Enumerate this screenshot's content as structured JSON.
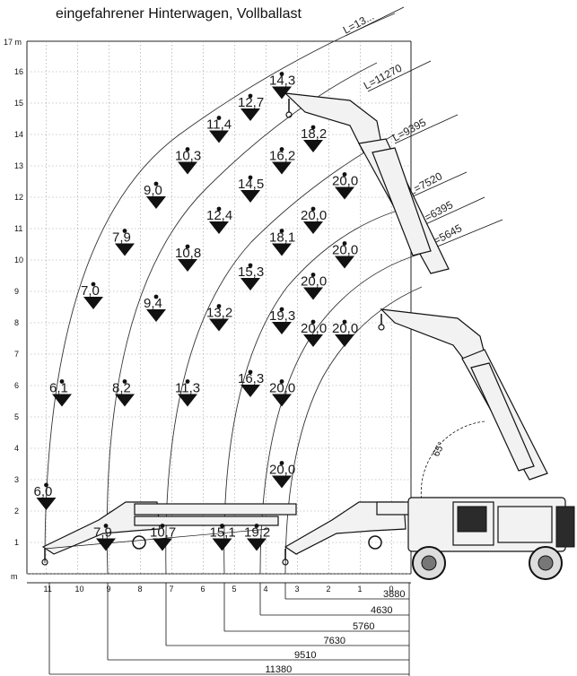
{
  "title": "eingefahrener Hinterwagen, Vollballast",
  "y_axis": {
    "unit_top": "17 m",
    "unit_bottom": "m",
    "ticks": [
      "1",
      "2",
      "3",
      "4",
      "5",
      "6",
      "7",
      "8",
      "9",
      "10",
      "11",
      "12",
      "13",
      "14",
      "15",
      "16"
    ]
  },
  "x_axis": {
    "ticks": [
      "11",
      "10",
      "9",
      "8",
      "7",
      "6",
      "5",
      "4",
      "3",
      "2",
      "1",
      "0"
    ]
  },
  "boom_lengths": [
    "L=13...",
    "L=11270",
    "L=9395",
    "L=7520",
    "L=6395",
    "L=5645"
  ],
  "angle_label": "65°",
  "load_points": [
    {
      "label": "14,3",
      "x": 4.0,
      "y": 15.3
    },
    {
      "label": "12,7",
      "x": 5.0,
      "y": 14.6
    },
    {
      "label": "11,4",
      "x": 6.0,
      "y": 13.9
    },
    {
      "label": "10,3",
      "x": 7.0,
      "y": 12.9
    },
    {
      "label": "9,0",
      "x": 8.0,
      "y": 11.8
    },
    {
      "label": "7,9",
      "x": 9.0,
      "y": 10.3
    },
    {
      "label": "7,0",
      "x": 10.0,
      "y": 8.6
    },
    {
      "label": "6,1",
      "x": 11.0,
      "y": 5.5
    },
    {
      "label": "6,0",
      "x": 11.5,
      "y": 2.2
    },
    {
      "label": "18,2",
      "x": 3.0,
      "y": 13.6
    },
    {
      "label": "16,2",
      "x": 4.0,
      "y": 12.9
    },
    {
      "label": "14,5",
      "x": 5.0,
      "y": 12.0
    },
    {
      "label": "12,4",
      "x": 6.0,
      "y": 11.0
    },
    {
      "label": "10,8",
      "x": 7.0,
      "y": 9.8
    },
    {
      "label": "9,4",
      "x": 8.0,
      "y": 8.2
    },
    {
      "label": "8,2",
      "x": 9.0,
      "y": 5.5
    },
    {
      "label": "20,0",
      "x": 2.0,
      "y": 12.1
    },
    {
      "label": "20,0",
      "x": 3.0,
      "y": 11.0
    },
    {
      "label": "18,1",
      "x": 4.0,
      "y": 10.3
    },
    {
      "label": "15,3",
      "x": 5.0,
      "y": 9.2
    },
    {
      "label": "13,2",
      "x": 6.0,
      "y": 7.9
    },
    {
      "label": "11,3",
      "x": 7.0,
      "y": 5.5
    },
    {
      "label": "20,0",
      "x": 2.0,
      "y": 9.9
    },
    {
      "label": "20,0",
      "x": 3.0,
      "y": 8.9
    },
    {
      "label": "19,3",
      "x": 4.0,
      "y": 7.8
    },
    {
      "label": "16,3",
      "x": 5.0,
      "y": 5.8
    },
    {
      "label": "20,0",
      "x": 2.0,
      "y": 7.4
    },
    {
      "label": "20,0",
      "x": 3.0,
      "y": 7.4
    },
    {
      "label": "20,0",
      "x": 4.0,
      "y": 5.5
    },
    {
      "label": "20,0",
      "x": 4.0,
      "y": 2.9
    },
    {
      "label": "7,9",
      "x": 9.6,
      "y": 0.9
    },
    {
      "label": "10,7",
      "x": 7.8,
      "y": 0.9
    },
    {
      "label": "15,1",
      "x": 5.9,
      "y": 0.9
    },
    {
      "label": "19,2",
      "x": 4.8,
      "y": 0.9
    }
  ],
  "dimensions": [
    "3880",
    "4630",
    "5760",
    "7630",
    "9510",
    "11380"
  ]
}
